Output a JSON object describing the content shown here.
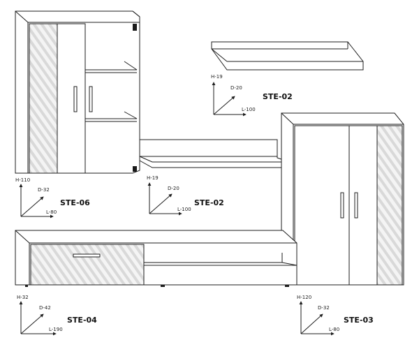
{
  "colors": {
    "line": "#1e1e1e",
    "hatch": "#d9d9d9",
    "background": "#ffffff",
    "glass_dark": "#1a1a1a"
  },
  "modules": [
    {
      "code": "STE-06",
      "height": "H-110",
      "depth": "D-32",
      "length": "L-80"
    },
    {
      "code": "STE-02",
      "height": "H-19",
      "depth": "D-20",
      "length": "L-100"
    },
    {
      "code": "STE-02",
      "height": "H-19",
      "depth": "D-20",
      "length": "L-100"
    },
    {
      "code": "STE-03",
      "height": "H-120",
      "depth": "D-32",
      "length": "L-80"
    },
    {
      "code": "STE-04",
      "height": "H-32",
      "depth": "D-42",
      "length": "L-190"
    }
  ]
}
